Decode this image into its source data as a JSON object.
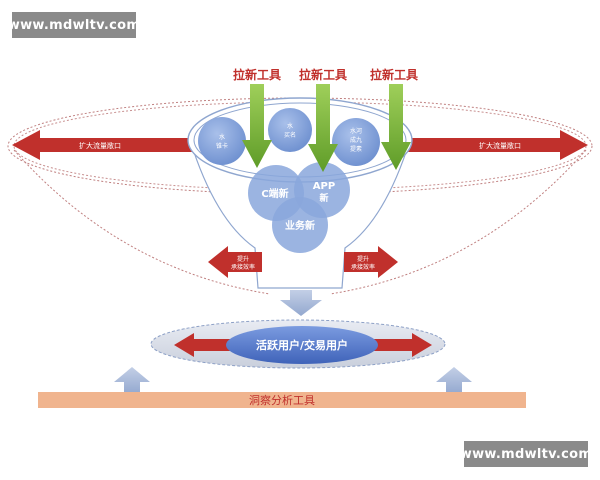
{
  "watermark_top": "www.mdwltv.com",
  "watermark_bottom": "www.mdwltv.com",
  "tools": [
    "拉新工具",
    "拉新工具",
    "拉新工具"
  ],
  "left_arrow_label": "扩大流量敞口",
  "right_arrow_label": "扩大流量敞口",
  "small_circles": [
    {
      "line1": "水",
      "line2": "锥卡"
    },
    {
      "line1": "水",
      "line2": "买名"
    },
    {
      "line1": "水河",
      "line2": "成九",
      "line3": "提素"
    }
  ],
  "venn": {
    "c": "C端新",
    "app_line1": "APP",
    "app_line2": "新",
    "business": "业务新"
  },
  "left_small_arrow": {
    "line1": "提升",
    "line2": "承接效率"
  },
  "right_small_arrow": {
    "line1": "提升",
    "line2": "承接效率"
  },
  "active_users": "活跃用户/交易用户",
  "bottom_bar": "洞察分析工具",
  "colors": {
    "green": "#7ab93a",
    "red": "#c0302c",
    "circle_blue": "#7f9fd6",
    "venn_blue": "#8aa7dc",
    "bar": "#f0b48e",
    "arrow_blue_gray": "#aabad6"
  }
}
